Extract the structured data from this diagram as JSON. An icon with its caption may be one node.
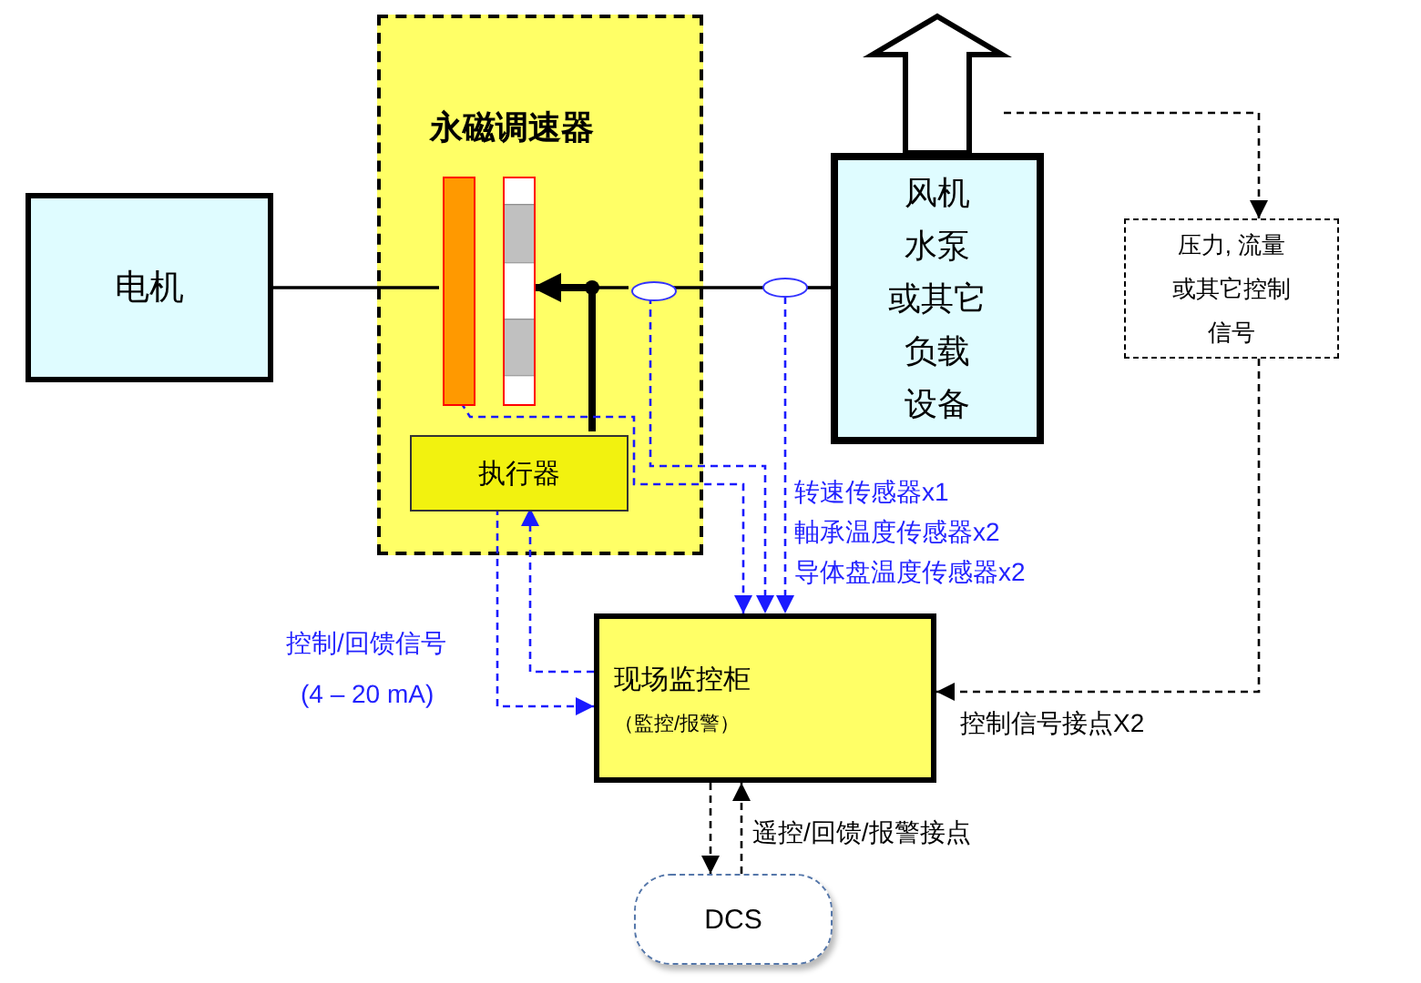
{
  "diagram": {
    "nodes": [
      {
        "text": [
          "电机"
        ]
      },
      {
        "text": [
          "永磁调速器"
        ]
      },
      {
        "text": [],
        "shape": "bar",
        "in": 1
      },
      {
        "text": [],
        "shape": "bar",
        "in": 1
      },
      {
        "text": [
          "执行器"
        ],
        "in": 1
      },
      {
        "text": [],
        "shape": "ellipse",
        "in": 1
      },
      {
        "text": [],
        "shape": "ellipse"
      },
      {
        "text": [],
        "shape": "arrow"
      },
      {
        "text": [
          "风机",
          "水泵",
          "或其它",
          "负载",
          "设备"
        ]
      },
      {
        "text": [
          "压力, 流量或其它控制信号"
        ]
      },
      {
        "text": [
          "现场监控柜",
          "（監控/报警）"
        ]
      },
      {
        "text": [
          "DCS"
        ]
      }
    ],
    "edges": [
      {
        "from": 0,
        "to": 2,
        "arrow": "none"
      },
      {
        "from": 4,
        "to": 3,
        "arrow": "to",
        "style": "thick"
      },
      {
        "from": 3,
        "to": 5,
        "arrow": "none"
      },
      {
        "from": 5,
        "to": 6,
        "arrow": "none"
      },
      {
        "from": 6,
        "to": 8,
        "arrow": "none"
      },
      {
        "from": 7,
        "to": 9,
        "arrow": "to",
        "style": "dashed"
      },
      {
        "from": 2,
        "to": 10,
        "arrow": "to",
        "style": "dashed",
        "color": "#1a1aff"
      },
      {
        "from": 5,
        "to": 10,
        "arrow": "to",
        "style": "dashed",
        "color": "#1a1aff"
      },
      {
        "from": 6,
        "to": 10,
        "arrow": "to",
        "style": "dashed",
        "color": "#1a1aff"
      },
      {
        "from": 4,
        "to": 10,
        "arrow": "to",
        "style": "dashed",
        "color": "#1a1aff"
      },
      {
        "from": 10,
        "to": 4,
        "arrow": "to",
        "style": "dashed",
        "color": "#1a1aff"
      },
      {
        "from": 9,
        "to": 10,
        "arrow": "to",
        "style": "dashed",
        "label": "控制信号接点X2"
      },
      {
        "from": 10,
        "to": 11,
        "arrow": "to",
        "style": "dashed"
      },
      {
        "from": 11,
        "to": 10,
        "arrow": "to",
        "style": "dashed",
        "label": "遥控/回馈/报警接点"
      }
    ],
    "labels": [
      "转速传感器x1",
      "軸承温度传感器x2",
      "导体盘温度传感器x2",
      "控制/回馈信号",
      "(4 – 20 mA)"
    ]
  }
}
